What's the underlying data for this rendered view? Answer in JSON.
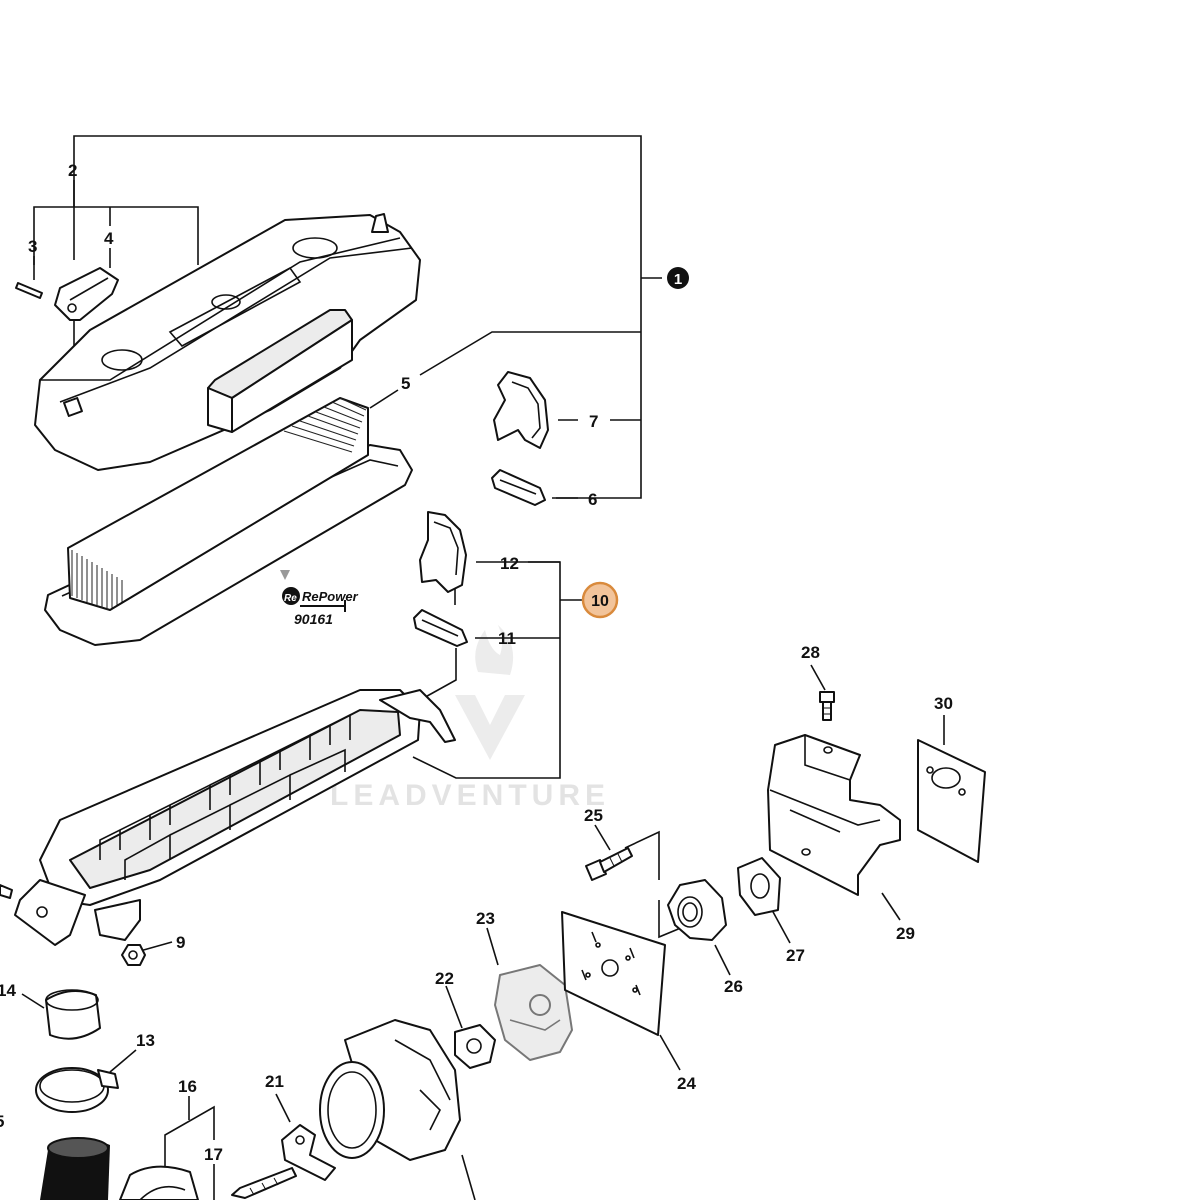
{
  "diagram": {
    "assembly_badge": "1",
    "kit_badge": "10",
    "labels": {
      "p2": "2",
      "p3": "3",
      "p4": "4",
      "p5": "5",
      "p6": "6",
      "p7": "7",
      "p9": "9",
      "p11": "11",
      "p12": "12",
      "p13": "13",
      "p14": "14",
      "p15": "5",
      "p16": "16",
      "p17": "17",
      "p21": "21",
      "p22": "22",
      "p23": "23",
      "p24": "24",
      "p25": "25",
      "p26": "26",
      "p27": "27",
      "p28": "28",
      "p29": "29",
      "p30": "30"
    },
    "filter_brand": {
      "logo_text": "RePower",
      "part_number": "90161"
    },
    "watermark": "LEADVENTURE"
  },
  "colors": {
    "line": "#111111",
    "highlight_badge": "#f2c49b",
    "highlight_border": "#d98a3c"
  }
}
